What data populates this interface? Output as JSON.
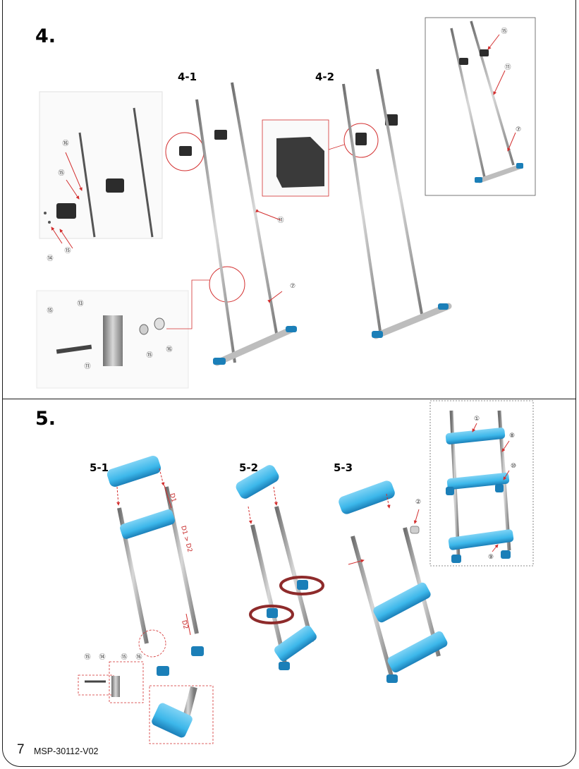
{
  "step4": {
    "title": "4.",
    "sub1": "4-1",
    "sub2": "4-2",
    "callouts": {
      "detailA_16": "⑯",
      "detailA_15a": "⑮",
      "detailA_14": "⑭",
      "detailA_15b": "⑮",
      "detailB_15": "⑮",
      "detailB_13": "⑬",
      "detailB_11": "⑪",
      "detailB_15b": "⑮",
      "detailB_16": "⑯",
      "s41_11": "⑪",
      "s41_7": "⑦",
      "inset_15": "⑮",
      "inset_11": "⑪",
      "inset_7": "⑦"
    }
  },
  "step5": {
    "title": "5.",
    "sub1": "5-1",
    "sub2": "5-2",
    "sub3": "5-3",
    "dims": {
      "d1": "D1",
      "d1d2": "D1 > D2",
      "d2": "D2"
    },
    "callouts": {
      "s51_15": "⑮",
      "s51_14": "⑭",
      "s51_15b": "⑮",
      "s51_16": "⑯",
      "s53_2": "②",
      "inset_1": "①",
      "inset_8": "⑧",
      "inset_10": "⑩",
      "inset_9": "⑨"
    }
  },
  "footer": {
    "page": "7",
    "code": "MSP-30112-V02"
  },
  "colors": {
    "step_blue": "#3cb7ea",
    "step_blue_dark": "#1b7fb8",
    "rail": "#9e9e9e",
    "arrow_red": "#d32f2f"
  }
}
